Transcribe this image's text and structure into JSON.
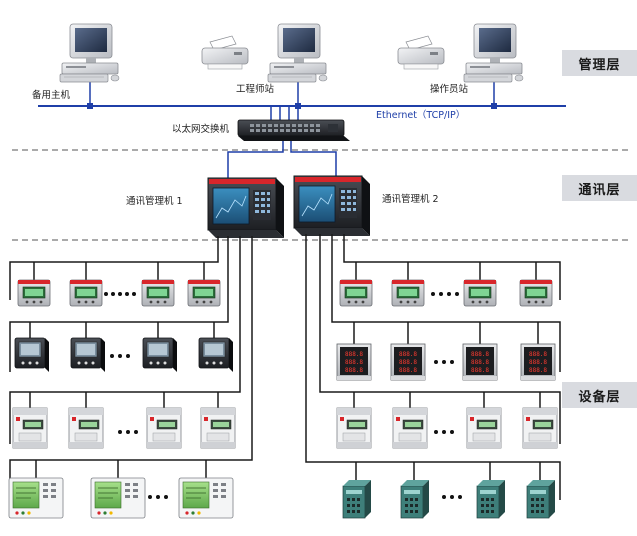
{
  "layers": {
    "management": "管理层",
    "communication": "通讯层",
    "device": "设备层"
  },
  "nodes": {
    "backup_host": "备用主机",
    "engineer_station": "工程师站",
    "operator_station": "操作员站",
    "ethernet_switch": "以太网交换机",
    "ethernet_label": "Ethernet（TCP/IP）",
    "comm_manager_1": "通讯管理机 1",
    "comm_manager_2": "通讯管理机 2"
  },
  "colors": {
    "bus": "#1f3fa8",
    "field_bus": "#1a1a1a",
    "layer_tag_bg": "#d9dbe0",
    "device_red": "#d8262b"
  },
  "icons": [
    "computer-icon",
    "printer-icon",
    "network-switch-icon",
    "communication-manager-icon",
    "power-meter-icon",
    "multifunction-meter-icon",
    "din-rail-meter-icon",
    "protection-relay-icon",
    "io-module-icon"
  ]
}
